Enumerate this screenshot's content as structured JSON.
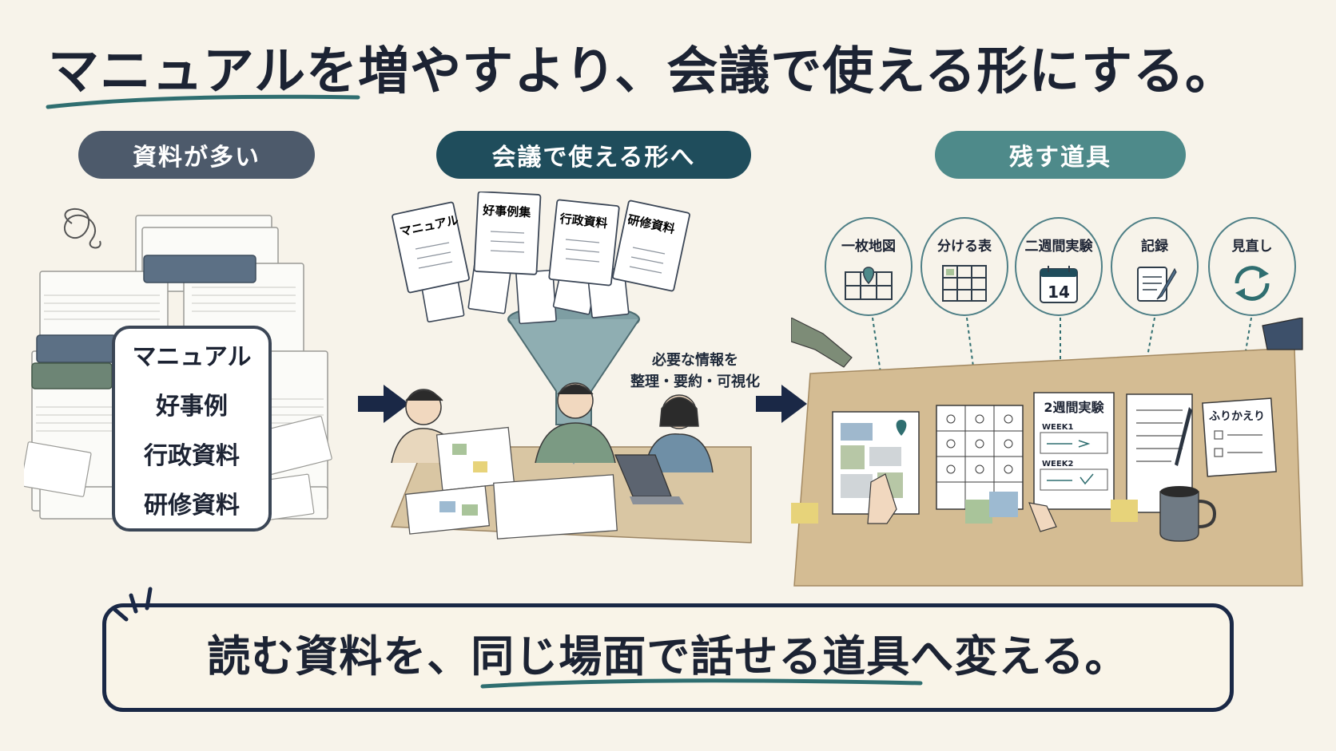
{
  "headline": "マニュアルを増やすより、会議で使える形にする。",
  "sections": [
    {
      "label": "資料が多い"
    },
    {
      "label": "会議で使える形へ"
    },
    {
      "label": "残す道具"
    }
  ],
  "materials": [
    "マニュアル",
    "好事例",
    "行政資料",
    "研修資料"
  ],
  "funnel_docs": [
    "マニュアル",
    "好事例集",
    "行政資料",
    "研修資料"
  ],
  "funnel_note": {
    "line1": "必要な情報を",
    "line2": "整理・要約・可視化"
  },
  "tools": [
    {
      "label": "一枚地図",
      "icon": "map-pin-icon"
    },
    {
      "label": "分ける表",
      "icon": "grid-table-icon"
    },
    {
      "label": "二週間実験",
      "icon": "calendar-icon",
      "number": "14"
    },
    {
      "label": "記録",
      "icon": "notepad-pen-icon"
    },
    {
      "label": "見直し",
      "icon": "refresh-cycle-icon"
    }
  ],
  "desk_sheets": {
    "experiment_title": "2週間実験",
    "week1": "WEEK1",
    "week2": "WEEK2",
    "review_title": "ふりかえり"
  },
  "bottom_message": "読む資料を、同じ場面で話せる道具へ変える。",
  "colors": {
    "navy": "#1a2846",
    "teal": "#1f4d5c",
    "sage": "#4e8a8a",
    "slate": "#4d5a6b",
    "background": "#f7f3ea"
  }
}
